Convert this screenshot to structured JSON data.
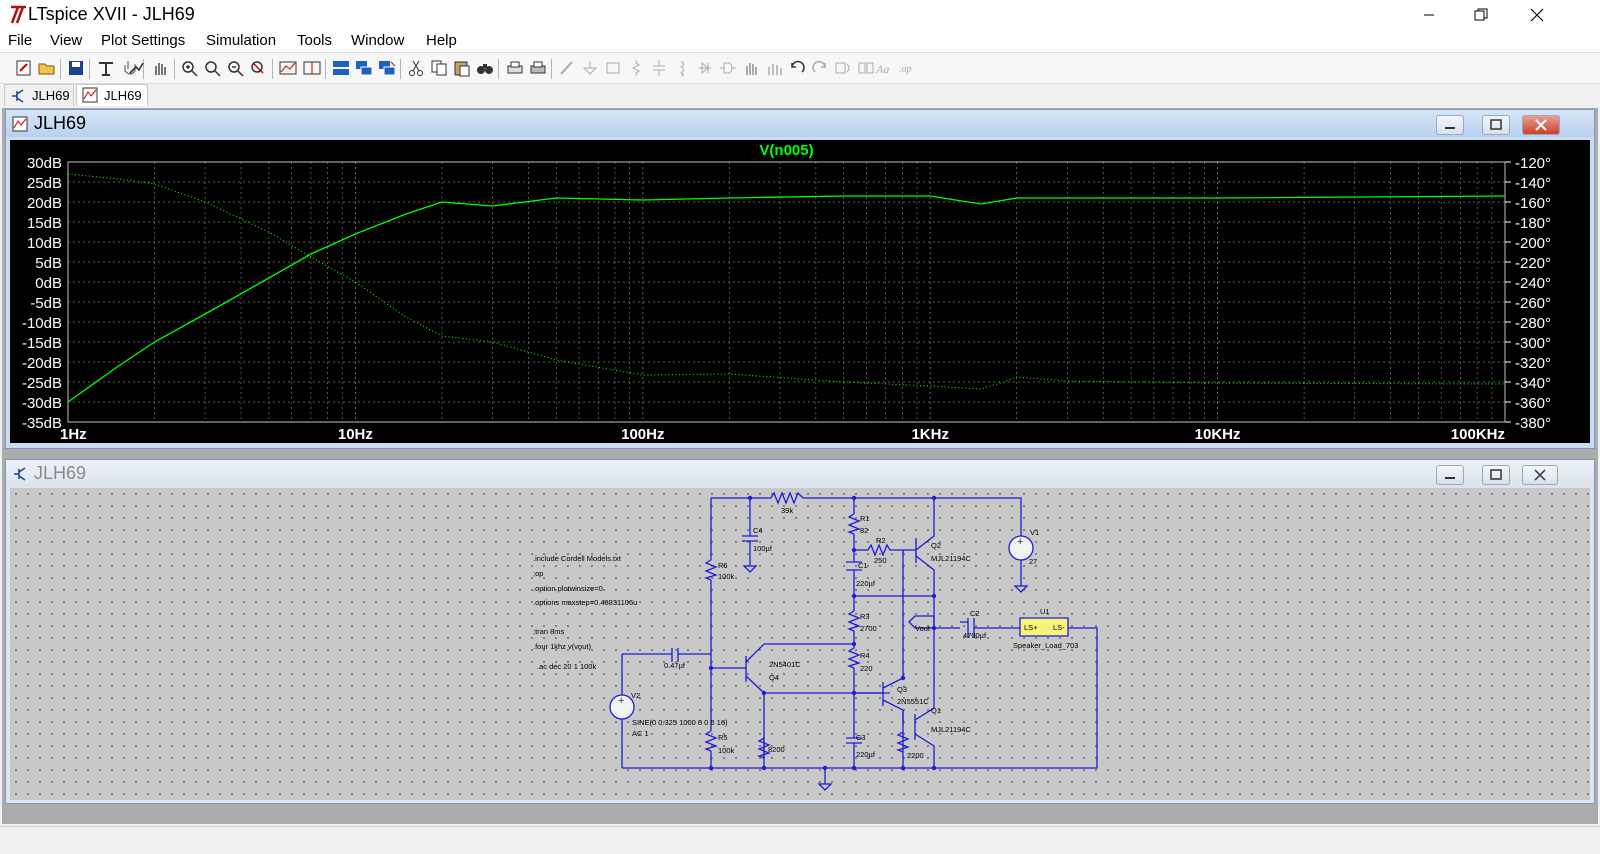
{
  "window": {
    "title": "LTspice XVII - JLH69",
    "controls": [
      "minimize-icon",
      "maximize-icon",
      "close-icon"
    ]
  },
  "menu": [
    "File",
    "View",
    "Plot Settings",
    "Simulation",
    "Tools",
    "Window",
    "Help"
  ],
  "tabs": [
    {
      "label": "JLH69",
      "icon": "schematic-icon"
    },
    {
      "label": "JLH69",
      "icon": "waveform-icon"
    }
  ],
  "waveform_window": {
    "title": "JLH69",
    "trace_label": "V(n005)",
    "trace_color": "#00ff00",
    "background": "#000000"
  },
  "chart_data": {
    "type": "line",
    "title": "V(n005)",
    "xscale": "log",
    "xlim": [
      1,
      100000
    ],
    "xticks": [
      "1Hz",
      "10Hz",
      "100Hz",
      "1KHz",
      "10KHz",
      "100KHz"
    ],
    "ylim": [
      -35,
      30
    ],
    "yticks": [
      "30dB",
      "25dB",
      "20dB",
      "15dB",
      "10dB",
      "5dB",
      "0dB",
      "-5dB",
      "-10dB",
      "-15dB",
      "-20dB",
      "-25dB",
      "-30dB",
      "-35dB"
    ],
    "y2lim": [
      -380,
      -120
    ],
    "y2ticks": [
      "-120°",
      "-140°",
      "-160°",
      "-180°",
      "-200°",
      "-220°",
      "-240°",
      "-260°",
      "-280°",
      "-300°",
      "-320°",
      "-340°",
      "-360°",
      "-380°"
    ],
    "grid": true,
    "series": [
      {
        "line": "solid",
        "x": [
          1,
          1.5,
          2,
          3,
          5,
          7,
          10,
          15,
          20,
          30,
          50,
          100,
          200,
          500,
          1000,
          1500,
          2000,
          3000,
          10000,
          100000
        ],
        "y": [
          -30,
          -21,
          -15,
          -8,
          1,
          7,
          12,
          17,
          20,
          19,
          21,
          20.5,
          21,
          21.5,
          21.5,
          19.5,
          21,
          21,
          21,
          21.5
        ]
      },
      {
        "line": "dotted",
        "x": [
          1,
          1.5,
          2,
          3,
          5,
          7,
          10,
          15,
          20,
          30,
          50,
          100,
          200,
          500,
          1000,
          1500,
          1800,
          2000,
          3000,
          10000,
          100000
        ],
        "y": [
          -132,
          -137,
          -142,
          -160,
          -190,
          -215,
          -240,
          -275,
          -294,
          -300,
          -318,
          -333,
          -332,
          -340,
          -344,
          -347,
          -340,
          -335,
          -339,
          -341,
          -342
        ]
      }
    ]
  },
  "schematic_window": {
    "title": "JLH69",
    "directives": [
      ".include Cordell Models.txt",
      ";op",
      ".option plotwinsize=0",
      ".options maxstep=0.48831106u",
      ";tran 8ms",
      ".four 1khz v(vout)",
      ".ac dec 20 1 100k"
    ],
    "components": {
      "r6": {
        "name": "R6",
        "value": "100k"
      },
      "r5": {
        "name": "R5",
        "value": "100k"
      },
      "r_39k": {
        "value": "39k"
      },
      "c4": {
        "name": "C4",
        "value": "100µf"
      },
      "r1": {
        "name": "R1",
        "value": "82"
      },
      "r2": {
        "name": "R2",
        "value": "250"
      },
      "c1": {
        "name": "C1",
        "value": "220µf"
      },
      "r3": {
        "name": "R3",
        "value": "2700"
      },
      "r4": {
        "name": "R4",
        "value": "220"
      },
      "c3": {
        "name": "C3",
        "value": "220µf"
      },
      "r_8200": {
        "value": "8200"
      },
      "r_2200": {
        "value": "2200"
      },
      "c_in": {
        "value": "0.47µf"
      },
      "c2": {
        "name": "C2",
        "value": "4700µf"
      },
      "v1": {
        "name": "V1",
        "value": "27"
      },
      "v2": {
        "name": "V2",
        "value": "SINE(0 0.325 1000 0 0 0 16)",
        "ac": "AC 1"
      },
      "q1": {
        "name": "Q1",
        "model": "MJL21194C"
      },
      "q2": {
        "name": "Q2",
        "model": "MJL21194C"
      },
      "q3": {
        "name": "Q3",
        "model": "2N5551C"
      },
      "q4": {
        "name": "Q4",
        "model": "2N5401C"
      },
      "u1": {
        "name": "U1",
        "pins": [
          "LS+",
          "LS-"
        ],
        "model": "Speaker_Load_703"
      },
      "vout": {
        "label": "Vout"
      }
    }
  }
}
